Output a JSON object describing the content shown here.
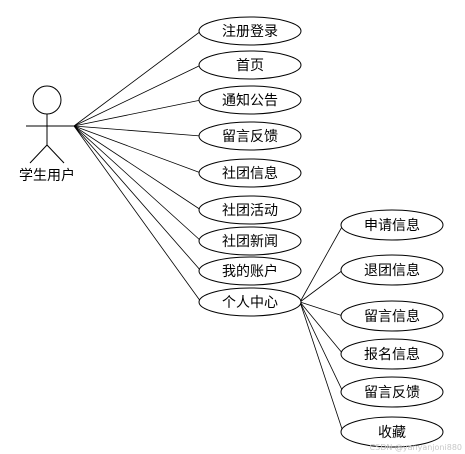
{
  "actor": {
    "label": "学生用户"
  },
  "primary_use_cases": [
    {
      "id": "register-login",
      "label": "注册登录"
    },
    {
      "id": "home",
      "label": "首页"
    },
    {
      "id": "announcements",
      "label": "通知公告"
    },
    {
      "id": "feedback",
      "label": "留言反馈"
    },
    {
      "id": "club-info",
      "label": "社团信息"
    },
    {
      "id": "club-activities",
      "label": "社团活动"
    },
    {
      "id": "club-news",
      "label": "社团新闻"
    },
    {
      "id": "my-account",
      "label": "我的账户"
    },
    {
      "id": "personal-center",
      "label": "个人中心"
    }
  ],
  "personal_center_use_cases": [
    {
      "id": "apply-info",
      "label": "申请信息"
    },
    {
      "id": "quit-club-info",
      "label": "退团信息"
    },
    {
      "id": "message-info",
      "label": "留言信息"
    },
    {
      "id": "signup-info",
      "label": "报名信息"
    },
    {
      "id": "message-feedback",
      "label": "留言反馈"
    },
    {
      "id": "favorites",
      "label": "收藏"
    }
  ],
  "watermark": "CSDN @yanyanjoni880"
}
